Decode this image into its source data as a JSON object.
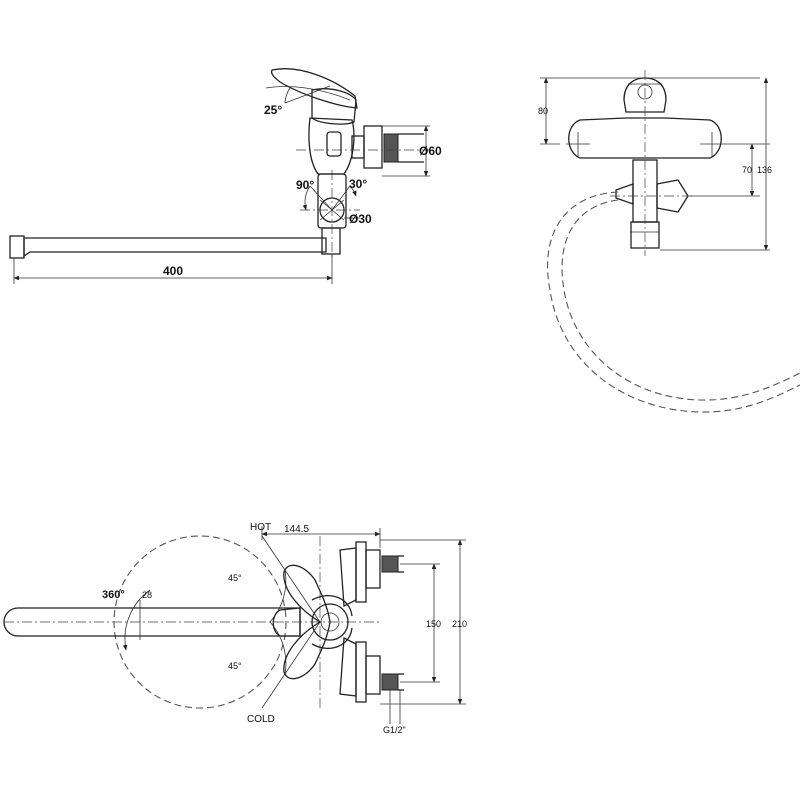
{
  "side_view": {
    "handle_angle": "25°",
    "outlet_diameter": "Ø60",
    "swivel_left": "90°",
    "swivel_right": "30°",
    "body_diameter": "Ø30",
    "spout_length": "400"
  },
  "front_view": {
    "height_top": "80",
    "height_inlet": "70",
    "height_total": "136"
  },
  "top_view": {
    "hot_label": "HOT",
    "cold_label": "COLD",
    "width": "144.5",
    "rotation": "360°",
    "spout_width": "28",
    "angle_hot": "45°",
    "angle_cold": "45°",
    "inner_distance": "150",
    "outer_distance": "210",
    "thread": "G1/2\""
  }
}
